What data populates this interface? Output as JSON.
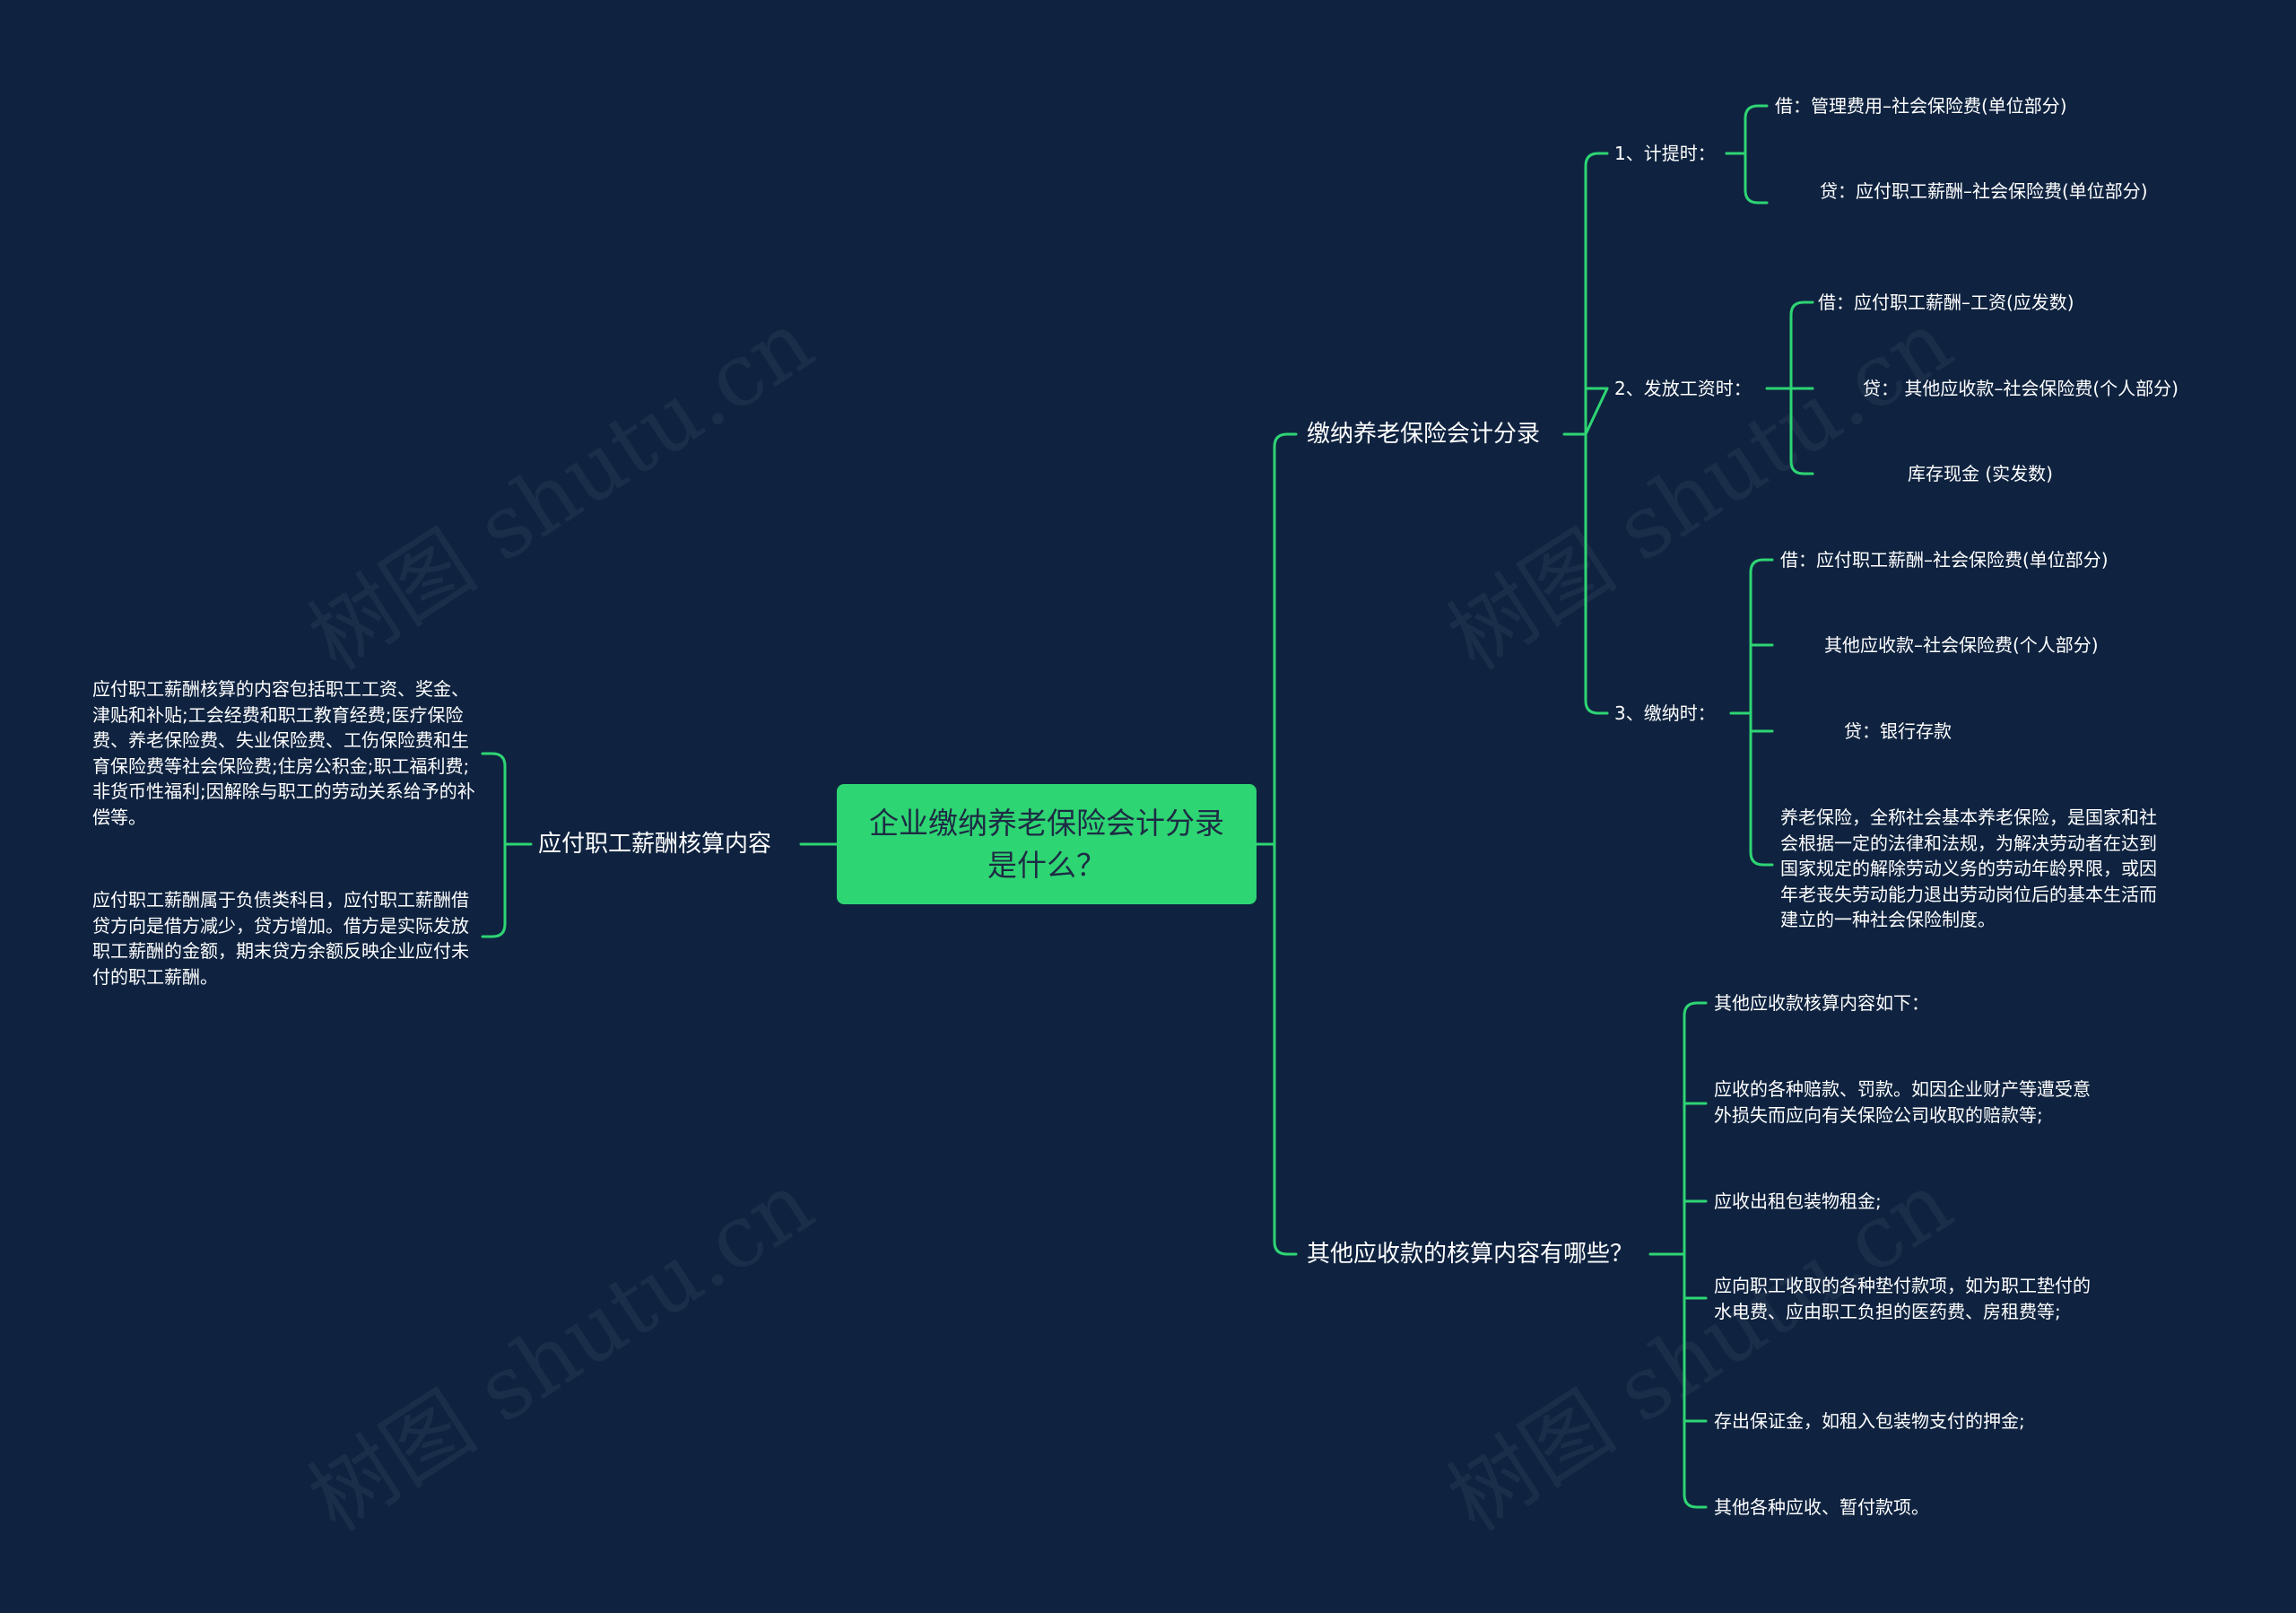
{
  "root": {
    "title": "企业缴纳养老保险会计分录是什么？"
  },
  "left": {
    "title": "应付职工薪酬核算内容",
    "items": [
      "应付职工薪酬核算的内容包括职工工资、奖金、津贴和补贴;工会经费和职工教育经费;医疗保险费、养老保险费、失业保险费、工伤保险费和生育保险费等社会保险费;住房公积金;职工福利费;非货币性福利;因解除与职工的劳动关系给予的补偿等。",
      "应付职工薪酬属于负债类科目，应付职工薪酬借贷方向是借方减少，贷方增加。借方是实际发放职工薪酬的金额，期末贷方余额反映企业应付未付的职工薪酬。"
    ]
  },
  "right1": {
    "title": "缴纳养老保险会计分录",
    "groups": [
      {
        "label": "1、计提时：",
        "items": [
          "借：管理费用–社会保险费(单位部分)",
          "贷：应付职工薪酬–社会保险费(单位部分)"
        ]
      },
      {
        "label": "2、发放工资时：",
        "items": [
          "借：应付职工薪酬–工资(应发数)",
          "贷：  其他应收款–社会保险费(个人部分)",
          "库存现金 (实发数)"
        ]
      },
      {
        "label": "3、缴纳时：",
        "items": [
          "借：应付职工薪酬–社会保险费(单位部分)",
          "其他应收款–社会保险费(个人部分)",
          "贷：银行存款",
          "养老保险，全称社会基本养老保险，是国家和社会根据一定的法律和法规，为解决劳动者在达到国家规定的解除劳动义务的劳动年龄界限，或因年老丧失劳动能力退出劳动岗位后的基本生活而建立的一种社会保险制度。"
        ]
      }
    ]
  },
  "right2": {
    "title": "其他应收款的核算内容有哪些？",
    "items": [
      "其他应收款核算内容如下：",
      "应收的各种赔款、罚款。如因企业财产等遭受意外损失而应向有关保险公司收取的赔款等;",
      "应收出租包装物租金;",
      "应向职工收取的各种垫付款项，如为职工垫付的水电费、应由职工负担的医药费、房租费等;",
      "存出保证金，如租入包装物支付的押金;",
      "其他各种应收、暂付款项。"
    ]
  },
  "watermark": "树图 shutu.cn",
  "colors": {
    "background": "#0f2340",
    "root_fill": "#2ed573",
    "line": "#2ed573",
    "text": "#ffffff"
  }
}
